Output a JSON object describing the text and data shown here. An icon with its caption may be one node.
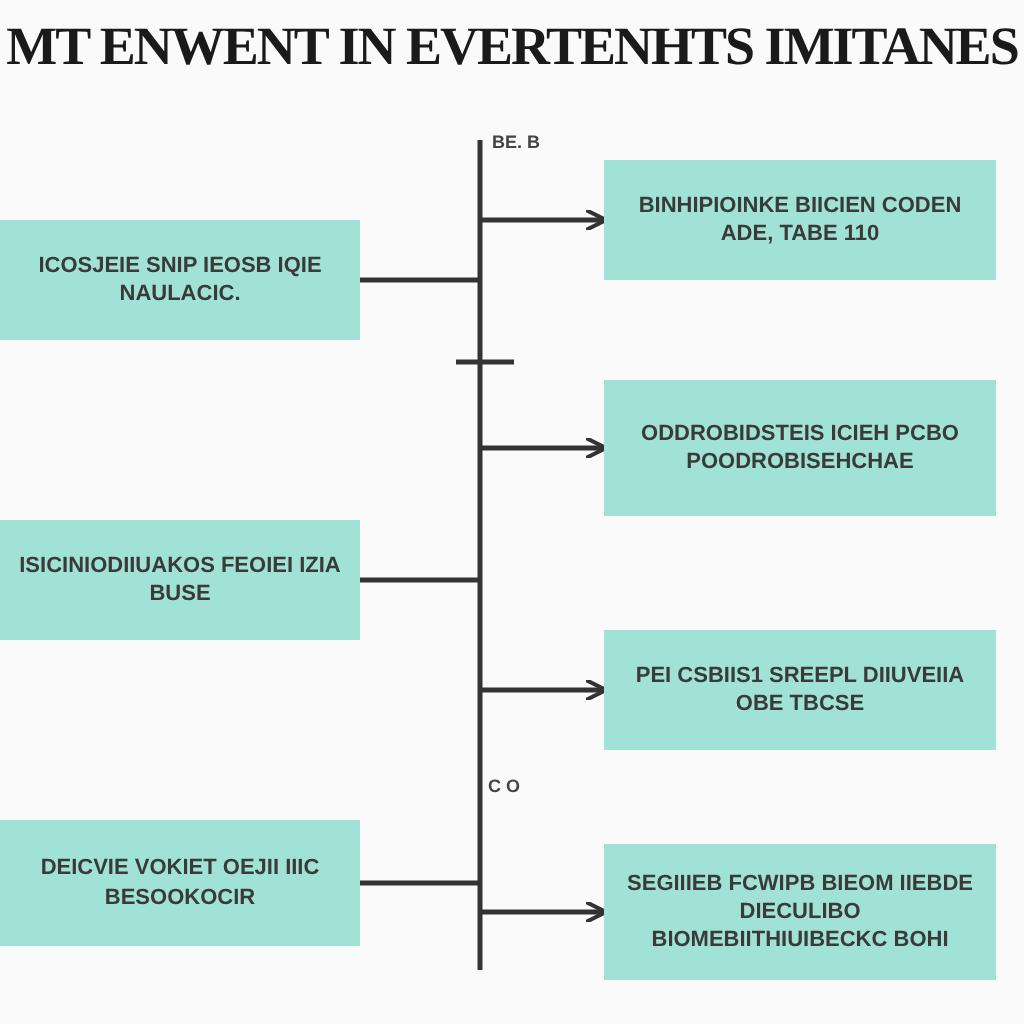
{
  "diagram": {
    "title": "MT ENWENT IN EVERTENHTS IMITANES",
    "nodes": [
      {
        "text": [
          "ICOSJEIE SNIP IEOSB IQIE NAULACIC."
        ]
      },
      {
        "text": [
          "BINHIPIOINKE BIICIEN CODEN ADE, TABE 110"
        ]
      },
      {
        "text": [
          "ODDROBIDSTEIS ICIEH PCBO POODROBISEHCHAE"
        ]
      },
      {
        "text": [
          "ISICINIODIIUAKOS FEOIEI IZIA BUSE"
        ]
      },
      {
        "text": [
          "PEI CSBIIS1 SREEPL DIIUVEIIA OBE TBCSE"
        ]
      },
      {
        "text": [
          "DEICVIE VOKIET OEJII IIIC BESOOKOCIR"
        ]
      },
      {
        "text": [
          "SEGIIIEB FCWIPB BIEOM IIEBDE DIECULIBO BIOMEBIITHIUIBECKC BOHI"
        ]
      }
    ],
    "edges": [
      {
        "from": 0,
        "to": null,
        "arrow": "none"
      },
      {
        "from": null,
        "to": 1,
        "arrow": "to"
      },
      {
        "from": null,
        "to": 2,
        "arrow": "to"
      },
      {
        "from": 3,
        "to": null,
        "arrow": "none"
      },
      {
        "from": null,
        "to": 4,
        "arrow": "to"
      },
      {
        "from": 5,
        "to": null,
        "arrow": "none"
      },
      {
        "from": null,
        "to": 6,
        "arrow": "to"
      }
    ],
    "labels": [
      "BE. B",
      "C O"
    ]
  }
}
